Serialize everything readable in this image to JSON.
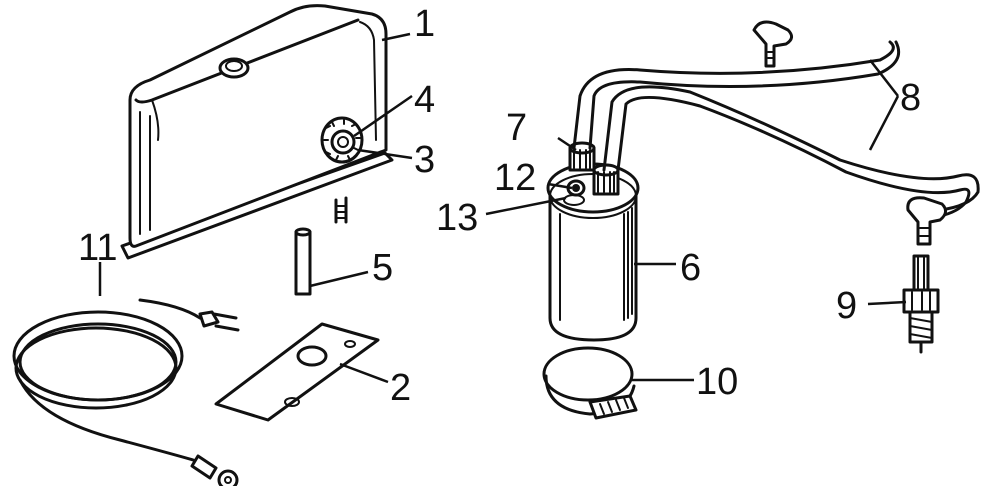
{
  "diagram": {
    "callouts": [
      {
        "id": "1",
        "label": "1"
      },
      {
        "id": "2",
        "label": "2"
      },
      {
        "id": "3",
        "label": "3"
      },
      {
        "id": "4",
        "label": "4"
      },
      {
        "id": "5",
        "label": "5"
      },
      {
        "id": "6",
        "label": "6"
      },
      {
        "id": "7",
        "label": "7"
      },
      {
        "id": "8",
        "label": "8"
      },
      {
        "id": "9",
        "label": "9"
      },
      {
        "id": "10",
        "label": "10"
      },
      {
        "id": "11",
        "label": "11"
      },
      {
        "id": "12",
        "label": "12"
      },
      {
        "id": "13",
        "label": "13"
      }
    ]
  },
  "colors": {
    "ink": "#111111",
    "background": "#ffffff"
  }
}
